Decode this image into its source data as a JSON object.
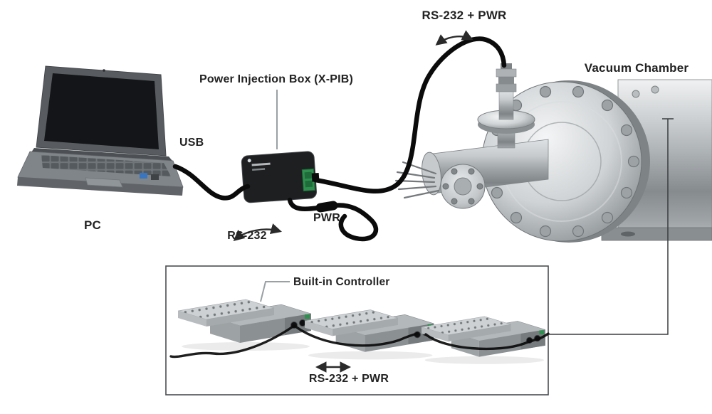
{
  "diagram": {
    "labels": {
      "rs232_pwr_top": "RS-232 + PWR",
      "vacuum_chamber": "Vacuum Chamber",
      "power_injection_box": "Power Injection Box (X-PIB)",
      "usb": "USB",
      "pwr": "PWR",
      "rs232": "RS-232",
      "pc": "PC",
      "built_in_controller": "Built-in Controller",
      "rs232_pwr_bottom": "RS-232 + PWR"
    },
    "icons": {
      "double_arrow": "double-arrow-icon"
    },
    "colors": {
      "background": "#ffffff",
      "label_text": "#222222",
      "cable": "#0b0b0b",
      "pointer_line": "#9aa0a3",
      "box_border": "#4a4e52",
      "pib_body": "#1d1f21",
      "terminal_green": "#2e8f4e"
    }
  }
}
